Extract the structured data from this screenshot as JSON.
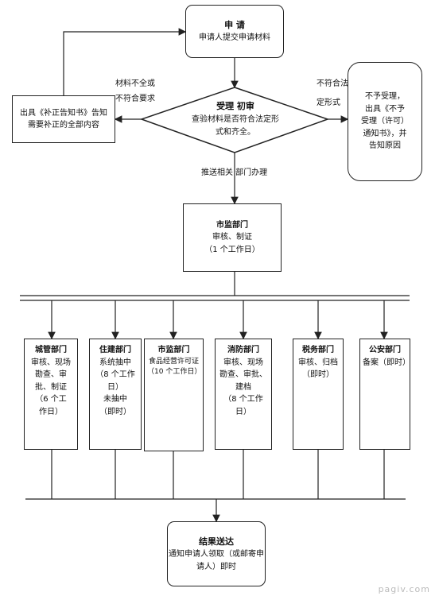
{
  "apply": {
    "title": "申 请",
    "text": "申请人提交申请材料"
  },
  "review": {
    "title": "受理 初审",
    "line1": "查验材料是否符合法定形",
    "line2": "式和齐全。"
  },
  "left_label": {
    "line1": "材料不全或",
    "line2": "不符合要求"
  },
  "left_box": {
    "line1": "出具《补正告知书》告知",
    "line2": "需要补正的全部内容"
  },
  "right_label": {
    "line1": "不符合法",
    "line2": "定形式"
  },
  "right_box": {
    "line1": "不予受理，",
    "line2": "出具《不予",
    "line3": "受理（许可）",
    "line4": "通知书》，并",
    "line5": "告知原因"
  },
  "dispatch_label": "推送相关  部门办理",
  "market_top": {
    "title": "市监部门",
    "line1": "审核、制证",
    "line2": "（1 个工作日）"
  },
  "departments": [
    {
      "title": "城管部门",
      "text": "审核、现场\n勘查、审\n批、制证\n（6 个工\n作日）"
    },
    {
      "title": "住建部门",
      "text": "系统抽中\n（8 个工作\n日）\n未抽中\n（即时）"
    },
    {
      "title": "市监部门",
      "text": "食品经营许可证\n（10 个工作日）"
    },
    {
      "title": "消防部门",
      "text": "审核、现场\n勘查、审批、\n建档\n（8 个工作\n日）"
    },
    {
      "title": "税务部门",
      "text": "审核、归档\n（即时）"
    },
    {
      "title": "公安部门",
      "text": "备案（即时）"
    }
  ],
  "result": {
    "title": "结果送达",
    "line1": "通知申请人领取（或邮寄申",
    "line2": "请人）即时"
  },
  "watermark": "pagiv.com"
}
